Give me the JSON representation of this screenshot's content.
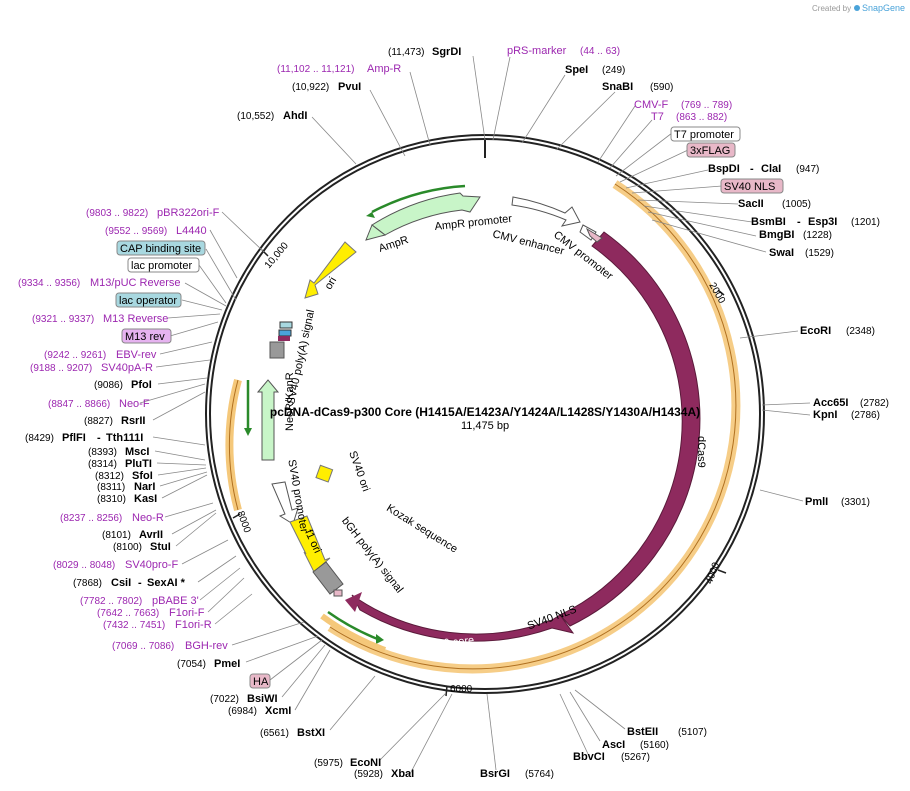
{
  "watermark": {
    "prefix": "Created by",
    "brand": "SnapGene"
  },
  "plasmid": {
    "name": "pcDNA-dCas9-p300 Core (H1415A/E1423A/Y1424A/L1428S/Y1430A/H1434A)",
    "size": "11,475 bp"
  },
  "ticks": [
    "2000",
    "4000",
    "6000",
    "8000",
    "10,000"
  ],
  "features": {
    "ampr": "AmpR",
    "ampr_promoter": "AmpR promoter",
    "cmv_enhancer": "CMV enhancer",
    "cmv_promoter": "CMV promoter",
    "ori": "ori",
    "sv40_polya": "SV40 poly(A) signal",
    "neokan": "NeoR/KanR",
    "sv40_promoter": "SV40 promoter",
    "sv40_ori": "SV40 ori",
    "f1_ori": "f1 ori",
    "bgh": "bGH poly(A) signal",
    "kozak": "Kozak sequence",
    "sv40_nls": "SV40 NLS",
    "p300": "p300 core",
    "dcas9": "dCas9"
  },
  "top_labels": {
    "sgrdi_pos": "(11,473)",
    "sgrdi": "SgrDI",
    "prs_marker": "pRS-marker",
    "prs_range": "(44 .. 63)",
    "amp_r_range": "(11,102 .. 11,121)",
    "amp_r": "Amp-R",
    "spei": "SpeI",
    "spei_pos": "(249)",
    "pvui_pos": "(10,922)",
    "pvui": "PvuI",
    "snabi": "SnaBI",
    "snabi_pos": "(590)",
    "ahdi_pos": "(10,552)",
    "ahdi": "AhdI"
  },
  "right_labels": {
    "cmvf": "CMV-F",
    "cmvf_range": "(769 .. 789)",
    "t7": "T7",
    "t7_range": "(863 .. 882)",
    "t7_promoter": "T7 promoter",
    "flag": "3xFLAG",
    "bspdi": "BspDI",
    "clai": "ClaI",
    "bspdi_pos": "(947)",
    "sv40nls_box": "SV40 NLS",
    "sacii": "SacII",
    "sacii_pos": "(1005)",
    "bsmbi": "BsmBI",
    "esp3i": "Esp3I",
    "bsmbi_pos": "(1201)",
    "bmgbi": "BmgBI",
    "bmgbi_pos": "(1228)",
    "swai": "SwaI",
    "swai_pos": "(1529)",
    "ecori": "EcoRI",
    "ecori_pos": "(2348)",
    "acc65i": "Acc65I",
    "acc65i_pos": "(2782)",
    "kpni": "KpnI",
    "kpni_pos": "(2786)",
    "pmli": "PmlI",
    "pmli_pos": "(3301)"
  },
  "bottom_labels": {
    "bsteii": "BstEII",
    "bsteii_pos": "(5107)",
    "asci": "AscI",
    "asci_pos": "(5160)",
    "bbvci": "BbvCI",
    "bbvci_pos": "(5267)",
    "bsrgi": "BsrGI",
    "bsrgi_pos": "(5764)",
    "xbai_pos": "(5928)",
    "xbai": "XbaI",
    "econi_pos": "(5975)",
    "econi": "EcoNI",
    "bstxi_pos": "(6561)",
    "bstxi": "BstXI",
    "xcmi_pos": "(6984)",
    "xcmi": "XcmI",
    "bsiwi_pos": "(7022)",
    "bsiwi": "BsiWI",
    "ha": "HA",
    "pmei_pos": "(7054)",
    "pmei": "PmeI",
    "bgh_rev_range": "(7069 .. 7086)",
    "bgh_rev": "BGH-rev"
  },
  "left_labels": {
    "pbr_range": "(9803 .. 9822)",
    "pbr": "pBR322ori-F",
    "l4440_range": "(9552 .. 9569)",
    "l4440": "L4440",
    "cap": "CAP binding site",
    "lac_promoter": "lac promoter",
    "m13puc_range": "(9334 .. 9356)",
    "m13puc": "M13/pUC Reverse",
    "lac_operator": "lac operator",
    "m13rev_range": "(9321 .. 9337)",
    "m13rev": "M13 Reverse",
    "m13rev_box": "M13 rev",
    "ebv_range": "(9242 .. 9261)",
    "ebv": "EBV-rev",
    "sv40pa_range": "(9188 .. 9207)",
    "sv40pa": "SV40pA-R",
    "pfoi_pos": "(9086)",
    "pfoi": "PfoI",
    "neof_range": "(8847 .. 8866)",
    "neof": "Neo-F",
    "rsrii_pos": "(8827)",
    "rsrii": "RsrII",
    "pflfi_pos": "(8429)",
    "pflfi": "PflFI",
    "tth": "Tth111I",
    "msci_pos": "(8393)",
    "msci": "MscI",
    "plut_pos": "(8314)",
    "plut": "PluTI",
    "sfoi_pos": "(8312)",
    "sfoi": "SfoI",
    "nari_pos": "(8311)",
    "nari": "NarI",
    "kasi_pos": "(8310)",
    "kasi": "KasI",
    "neor_range": "(8237 .. 8256)",
    "neor": "Neo-R",
    "avrii_pos": "(8101)",
    "avrii": "AvrII",
    "stui_pos": "(8100)",
    "stui": "StuI",
    "sv40pro_range": "(8029 .. 8048)",
    "sv40pro": "SV40pro-F",
    "csii_pos": "(7868)",
    "csii": "CsiI",
    "sexai": "SexAI *",
    "pbabe_range": "(7782 .. 7802)",
    "pbabe": "pBABE 3'",
    "f1orif_range": "(7642 .. 7663)",
    "f1orif": "F1ori-F",
    "f1orir_range": "(7432 .. 7451)",
    "f1orir": "F1ori-R"
  },
  "colors": {
    "backbone": "#222222",
    "p300": "#8e2a5e",
    "orf_orange": "#f5c87a",
    "ampr_fill": "#c8f5c8",
    "ori_fill": "#ffee00",
    "primer": "#9c27b0",
    "feature_pink": "#e8b8c8",
    "feature_teal": "#a8d8e0"
  }
}
